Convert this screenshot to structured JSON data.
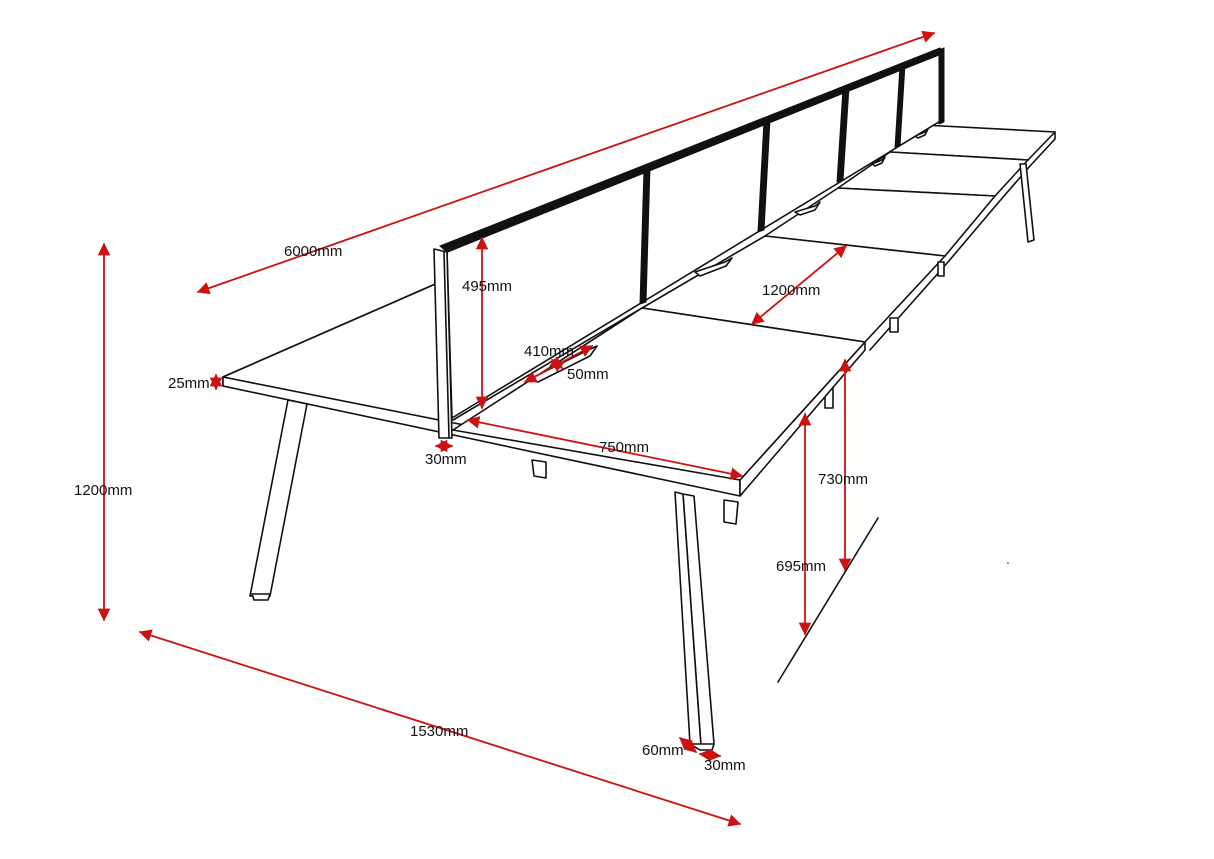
{
  "colors": {
    "dimension": "#cc1111",
    "outline": "#111111",
    "background": "#ffffff"
  },
  "dimensions": {
    "overall_length": "6000mm",
    "screen_height": "495mm",
    "desk_depth": "1200mm",
    "cable_tray_length": "410mm",
    "cable_tray_width": "50mm",
    "top_thickness": "25mm",
    "screen_thickness": "30mm",
    "top_depth": "750mm",
    "top_height": "730mm",
    "overall_height": "1200mm",
    "leg_clearance": "695mm",
    "overall_width": "1530mm",
    "leg_depth": "60mm",
    "leg_width": "30mm"
  }
}
